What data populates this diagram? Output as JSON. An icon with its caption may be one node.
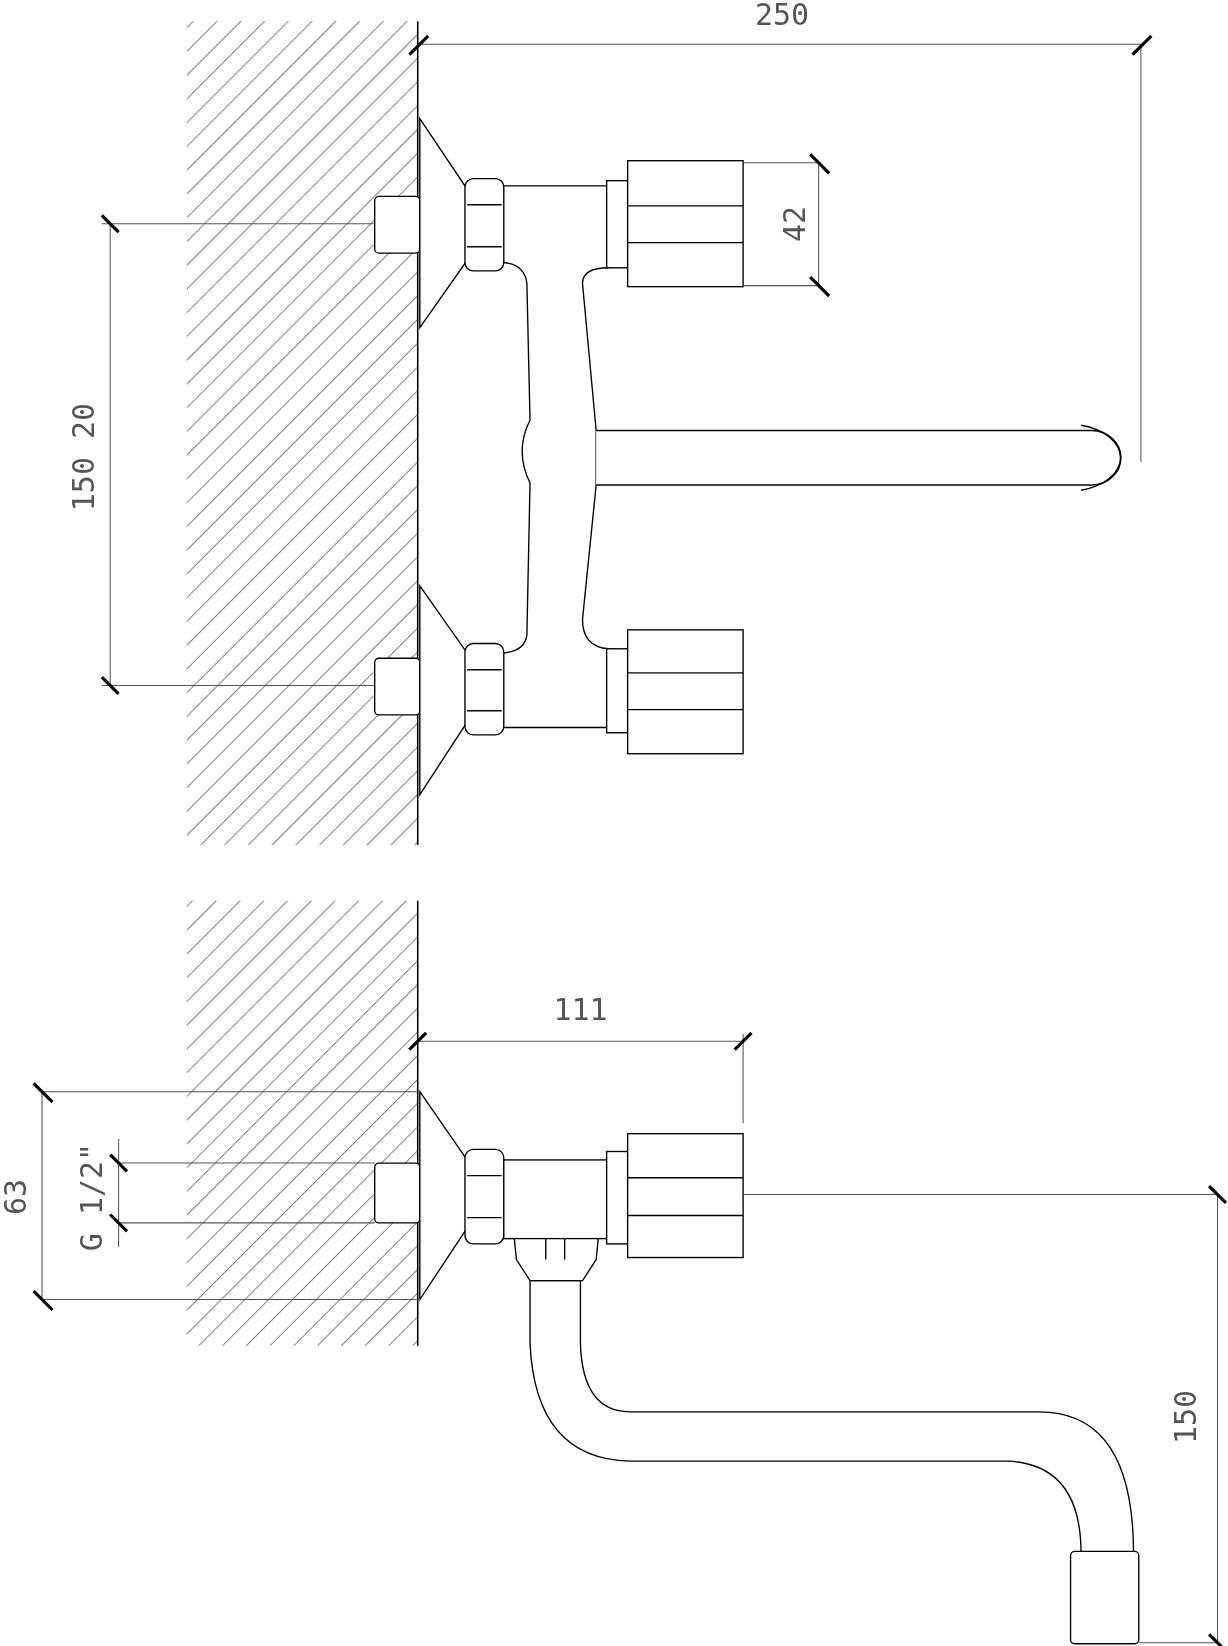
{
  "diagram": {
    "labels": [
      "250",
      "42",
      "150 20",
      "111",
      "63",
      "G 1/2\"",
      "150"
    ]
  }
}
